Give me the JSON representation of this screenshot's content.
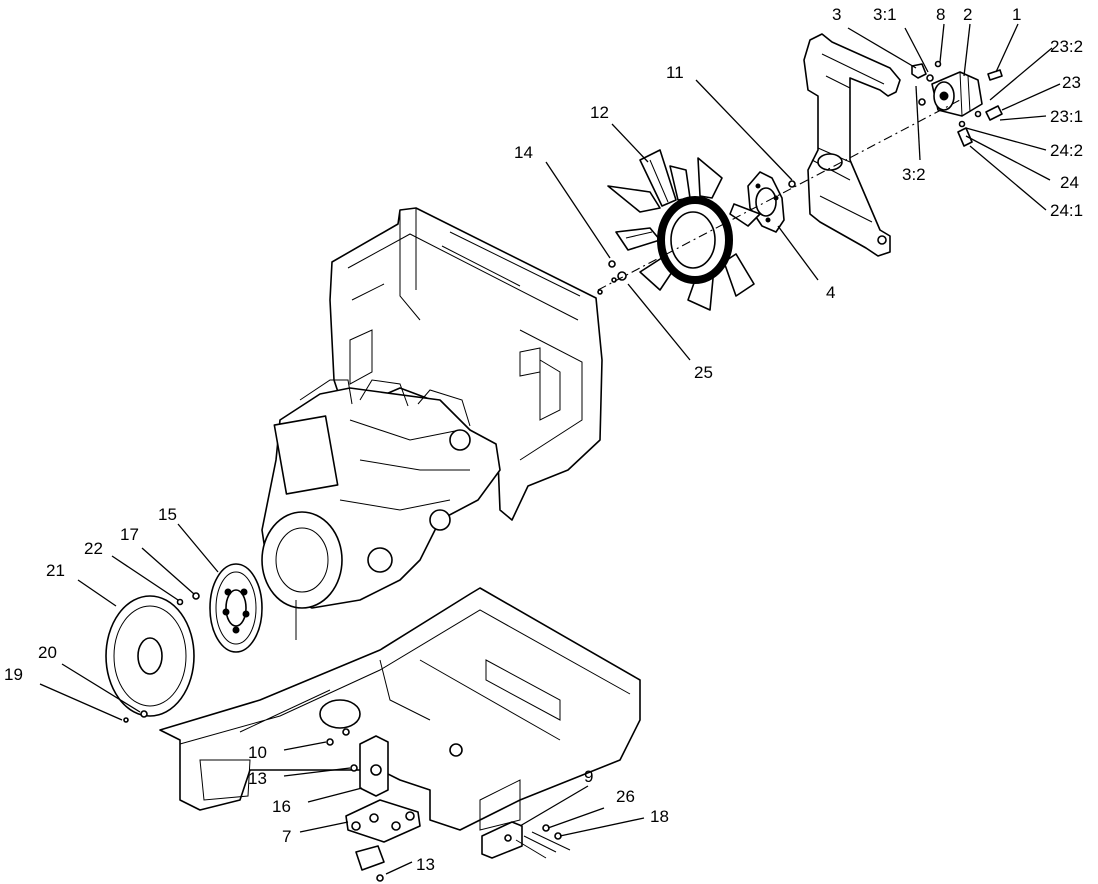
{
  "callouts": [
    {
      "id": "c1",
      "text": "1"
    },
    {
      "id": "c2",
      "text": "2"
    },
    {
      "id": "c3",
      "text": "3"
    },
    {
      "id": "c3-1",
      "text": "3:1"
    },
    {
      "id": "c8",
      "text": "8"
    },
    {
      "id": "c23-2",
      "text": "23:2"
    },
    {
      "id": "c23",
      "text": "23"
    },
    {
      "id": "c23-1",
      "text": "23:1"
    },
    {
      "id": "c24-2",
      "text": "24:2"
    },
    {
      "id": "c24",
      "text": "24"
    },
    {
      "id": "c24-1",
      "text": "24:1"
    },
    {
      "id": "c3-2",
      "text": "3:2"
    },
    {
      "id": "c11",
      "text": "11"
    },
    {
      "id": "c12",
      "text": "12"
    },
    {
      "id": "c14",
      "text": "14"
    },
    {
      "id": "c4",
      "text": "4"
    },
    {
      "id": "c25",
      "text": "25"
    },
    {
      "id": "c15",
      "text": "15"
    },
    {
      "id": "c17",
      "text": "17"
    },
    {
      "id": "c22",
      "text": "22"
    },
    {
      "id": "c21",
      "text": "21"
    },
    {
      "id": "c20",
      "text": "20"
    },
    {
      "id": "c19",
      "text": "19"
    },
    {
      "id": "c10",
      "text": "10"
    },
    {
      "id": "c13a",
      "text": "13"
    },
    {
      "id": "c16",
      "text": "16"
    },
    {
      "id": "c7",
      "text": "7"
    },
    {
      "id": "c13b",
      "text": "13"
    },
    {
      "id": "c9",
      "text": "9"
    },
    {
      "id": "c26",
      "text": "26"
    },
    {
      "id": "c18",
      "text": "18"
    }
  ]
}
